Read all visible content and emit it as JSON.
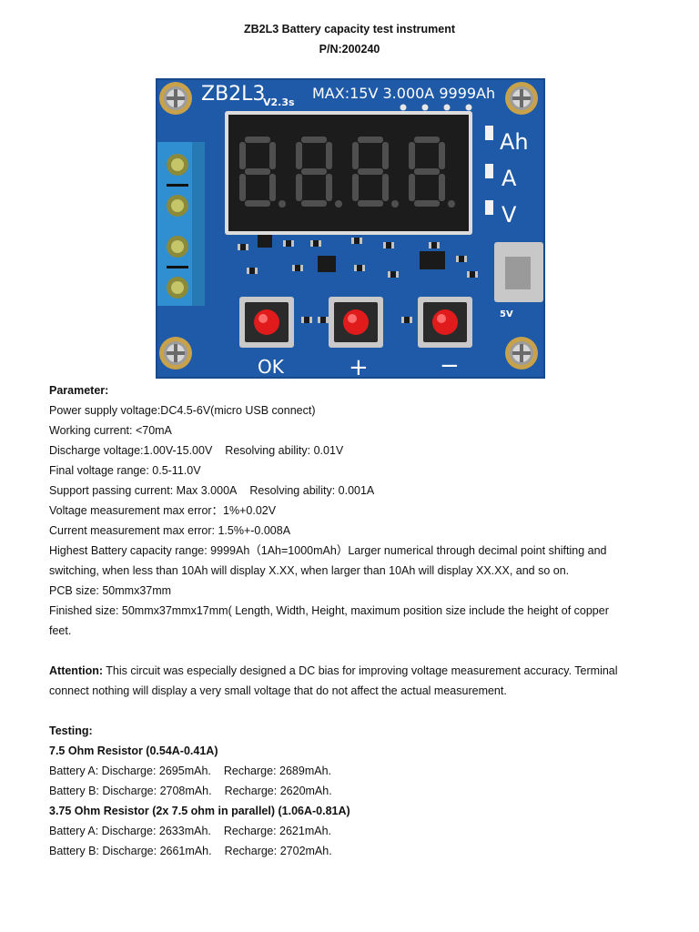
{
  "doc": {
    "title": "ZB2L3 Battery capacity test instrument",
    "pn": "P/N:200240"
  },
  "board": {
    "model": "ZB2L3",
    "version": "V2.3s",
    "spec": "MAX:15V 3.000A 9999Ah",
    "unit_ah": "Ah",
    "unit_a": "A",
    "unit_v": "V",
    "btn_ok": "OK",
    "btn_plus": "+",
    "btn_minus": "−",
    "usb_label": "5V",
    "colors": {
      "pcb": "#1f5aa8",
      "display": "#1c1c1c",
      "button": "#e11b1b",
      "terminal": "#2f8fd0"
    }
  },
  "parameter": {
    "heading": "Parameter:",
    "power": "Power supply voltage:DC4.5-6V(micro USB connect)",
    "working_current": "Working current: <70mA",
    "discharge_voltage": "Discharge voltage:1.00V-15.00V",
    "discharge_resolution": "Resolving ability: 0.01V",
    "final_voltage": "Final voltage range: 0.5-11.0V",
    "passing_current": "Support passing current: Max 3.000A",
    "current_resolution": "Resolving ability: 0.001A",
    "voltage_error": "Voltage measurement max error：1%+0.02V",
    "current_error": "Current measurement max error: 1.5%+-0.008A",
    "capacity_line1": "Highest Battery capacity range: 9999Ah（1Ah=1000mAh）Larger numerical through decimal point shifting and",
    "capacity_line2": "switching, when less than 10Ah will display X.XX, when larger than 10Ah will display XX.XX, and so on.",
    "pcb_size": "PCB size: 50mmx37mm",
    "finished_line1": "Finished size: 50mmx37mmx17mm( Length, Width, Height, maximum position size include the height of copper",
    "finished_line2": "feet."
  },
  "attention": {
    "label": "Attention:",
    "line1": " This circuit was especially designed a DC bias for improving voltage measurement accuracy. Terminal",
    "line2": "connect nothing will display a very small voltage that do not affect the actual measurement."
  },
  "testing": {
    "heading": "Testing:",
    "group1": {
      "title": "7.5 Ohm Resistor (0.54A-0.41A)",
      "a_discharge": "Battery A: Discharge: 2695mAh.",
      "a_recharge": "Recharge: 2689mAh.",
      "b_discharge": "Battery B: Discharge: 2708mAh.",
      "b_recharge": "Recharge: 2620mAh."
    },
    "group2": {
      "title": "3.75 Ohm Resistor (2x 7.5 ohm in parallel) (1.06A-0.81A)",
      "a_discharge": "Battery A: Discharge: 2633mAh.",
      "a_recharge": "Recharge: 2621mAh.",
      "b_discharge": "Battery B: Discharge: 2661mAh.",
      "b_recharge": "Recharge: 2702mAh."
    }
  }
}
